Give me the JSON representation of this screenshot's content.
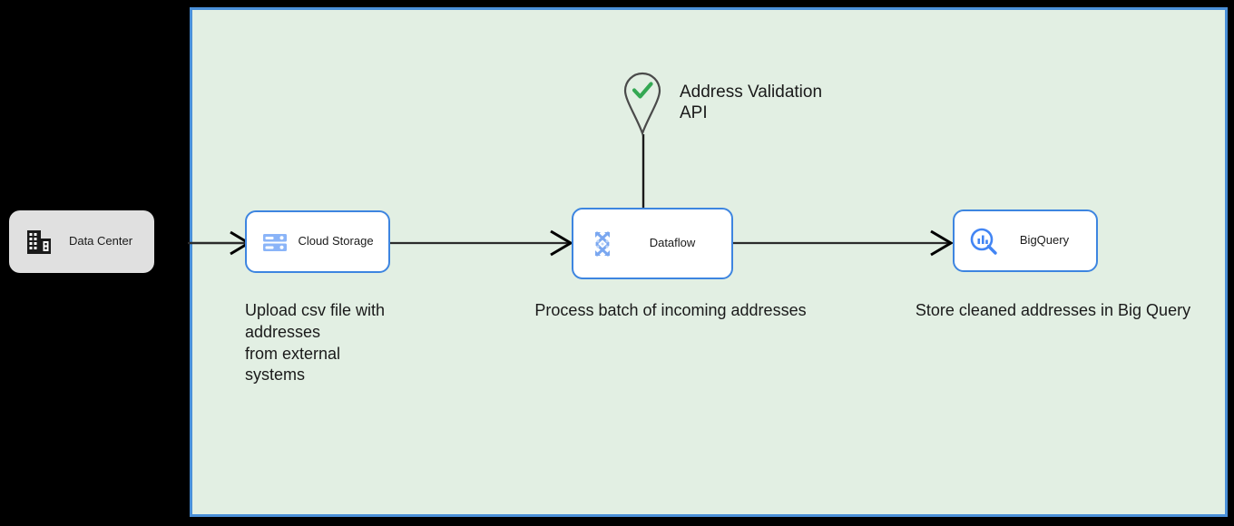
{
  "diagram": {
    "type": "architecture-flow",
    "background_color": "#000000",
    "boundary": {
      "name": "cloud-boundary",
      "fill_color": "#e2efe3",
      "border_color": "#4a90d9"
    },
    "nodes": [
      {
        "id": "data-center",
        "label": "Data Center",
        "icon": "data-center-building-icon",
        "fill_color": "#e0e0e0",
        "border_color": "none",
        "inside_boundary": false
      },
      {
        "id": "cloud-storage",
        "label": "Cloud Storage",
        "icon": "cloud-storage-icon",
        "fill_color": "#ffffff",
        "border_color": "#3d85e0",
        "icon_color": "#7aa7f0",
        "inside_boundary": true
      },
      {
        "id": "dataflow",
        "label": "Dataflow",
        "icon": "dataflow-icon",
        "fill_color": "#ffffff",
        "border_color": "#3d85e0",
        "icon_color": "#7aa7f0",
        "inside_boundary": true
      },
      {
        "id": "bigquery",
        "label": "BigQuery",
        "icon": "bigquery-magnifier-icon",
        "fill_color": "#ffffff",
        "border_color": "#3d85e0",
        "icon_color": "#4285f4",
        "inside_boundary": true
      },
      {
        "id": "address-validation-api",
        "label": "Address Validation\nAPI",
        "icon": "map-pin-check-icon",
        "icon_check_color": "#34a853",
        "icon_outline_color": "#4a4a4a",
        "inside_boundary": true
      }
    ],
    "edges": [
      {
        "id": "data-center-to-cloud-storage",
        "from": "data-center",
        "to": "cloud-storage",
        "arrow": "open",
        "direction": "right"
      },
      {
        "id": "cloud-storage-to-dataflow",
        "from": "cloud-storage",
        "to": "dataflow",
        "arrow": "open",
        "direction": "right"
      },
      {
        "id": "dataflow-to-bigquery",
        "from": "dataflow",
        "to": "bigquery",
        "arrow": "open",
        "direction": "right"
      },
      {
        "id": "address-api-to-dataflow",
        "from": "address-validation-api",
        "to": "dataflow",
        "arrow": "none",
        "direction": "down"
      }
    ],
    "captions": [
      {
        "id": "upload",
        "text": "Upload csv file with\naddresses\nfrom external\nsystems",
        "for_node": "cloud-storage"
      },
      {
        "id": "process",
        "text": "Process batch of incoming addresses",
        "for_node": "dataflow"
      },
      {
        "id": "store",
        "text": "Store cleaned addresses in Big Query",
        "for_node": "bigquery"
      }
    ]
  }
}
